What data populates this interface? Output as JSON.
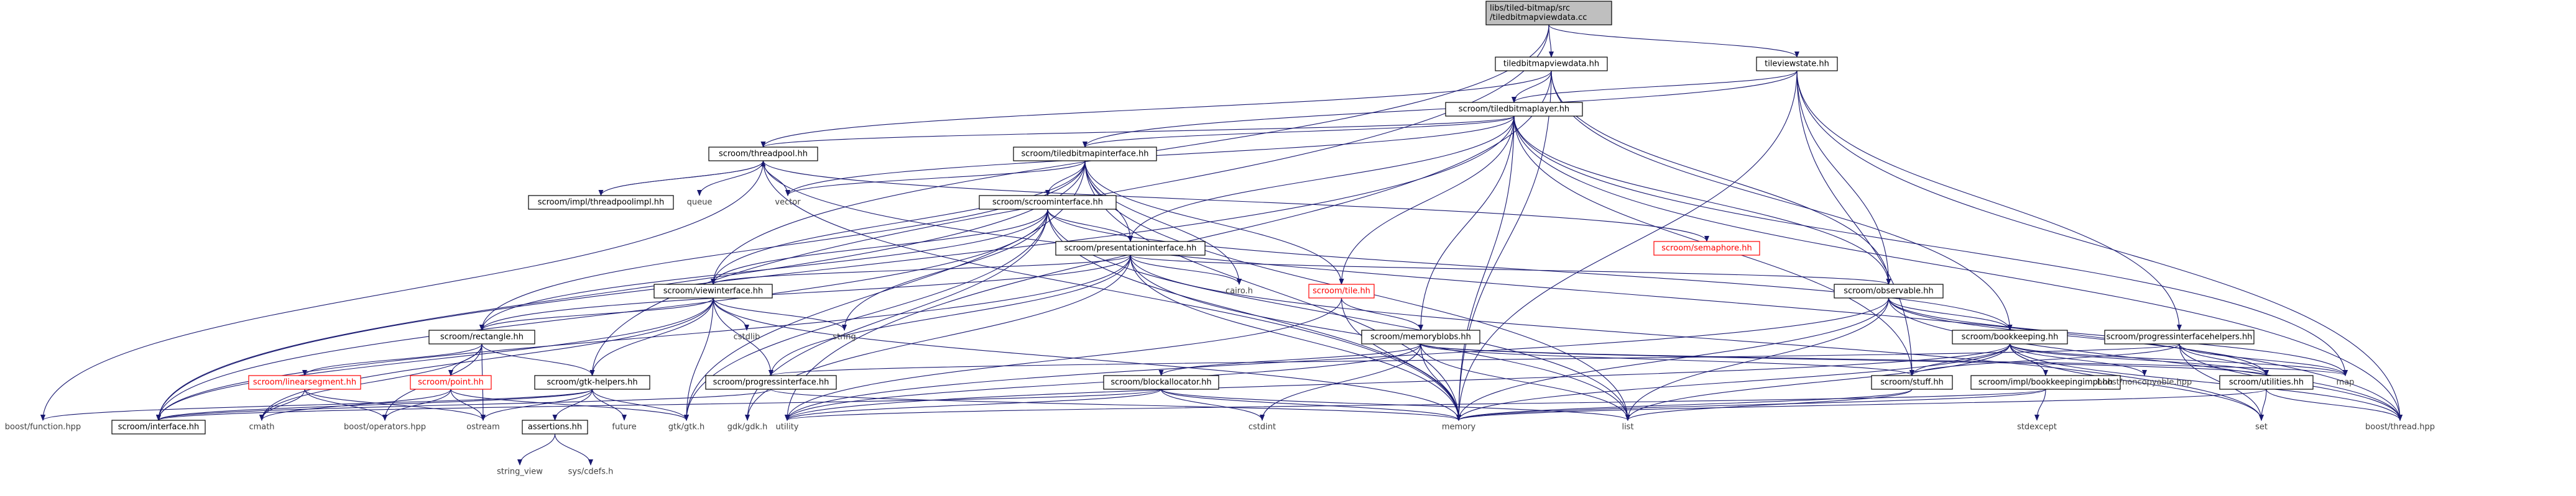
{
  "colors": {
    "edge": "#191970",
    "box_stroke": "#000000",
    "root_fill": "#bfbfbf",
    "box_fill": "#ffffff",
    "text": "#000000",
    "red_text": "#ff0000",
    "red_stroke": "#ff0000",
    "plain_text": "#404040"
  },
  "nodes": {
    "root": {
      "lines": [
        "libs/tiled-bitmap/src",
        "/tiledbitmapviewdata.cc"
      ],
      "style": "root"
    },
    "tbvd": {
      "lines": [
        "tiledbitmapviewdata.hh"
      ],
      "style": "box"
    },
    "tvs": {
      "lines": [
        "tileviewstate.hh"
      ],
      "style": "box"
    },
    "tbl": {
      "lines": [
        "scroom/tiledbitmaplayer.hh"
      ],
      "style": "box"
    },
    "tp": {
      "lines": [
        "scroom/threadpool.hh"
      ],
      "style": "box"
    },
    "tbi": {
      "lines": [
        "scroom/tiledbitmapinterface.hh"
      ],
      "style": "box"
    },
    "queue": {
      "lines": [
        "queue"
      ],
      "style": "plain"
    },
    "vector": {
      "lines": [
        "vector"
      ],
      "style": "plain"
    },
    "tpimpl": {
      "lines": [
        "scroom/impl/threadpoolimpl.hh"
      ],
      "style": "box"
    },
    "sem": {
      "lines": [
        "scroom/semaphore.hh"
      ],
      "style": "red"
    },
    "si": {
      "lines": [
        "scroom/scroominterface.hh"
      ],
      "style": "box"
    },
    "pi": {
      "lines": [
        "scroom/presentationinterface.hh"
      ],
      "style": "box"
    },
    "cairo": {
      "lines": [
        "cairo.h"
      ],
      "style": "plain"
    },
    "tile": {
      "lines": [
        "scroom/tile.hh"
      ],
      "style": "red"
    },
    "obs": {
      "lines": [
        "scroom/observable.hh"
      ],
      "style": "box"
    },
    "vi": {
      "lines": [
        "scroom/viewinterface.hh"
      ],
      "style": "box"
    },
    "cstdlib": {
      "lines": [
        "cstdlib"
      ],
      "style": "plain"
    },
    "string": {
      "lines": [
        "string"
      ],
      "style": "plain"
    },
    "mb": {
      "lines": [
        "scroom/memoryblobs.hh"
      ],
      "style": "box"
    },
    "bk": {
      "lines": [
        "scroom/bookkeeping.hh"
      ],
      "style": "box"
    },
    "pih": {
      "lines": [
        "scroom/progressinterfacehelpers.hh"
      ],
      "style": "box"
    },
    "rect": {
      "lines": [
        "scroom/rectangle.hh"
      ],
      "style": "box"
    },
    "ls": {
      "lines": [
        "scroom/linearsegment.hh"
      ],
      "style": "red"
    },
    "point": {
      "lines": [
        "scroom/point.hh"
      ],
      "style": "red"
    },
    "gtkh": {
      "lines": [
        "scroom/gtk-helpers.hh"
      ],
      "style": "box"
    },
    "progi": {
      "lines": [
        "scroom/progressinterface.hh"
      ],
      "style": "box"
    },
    "ba": {
      "lines": [
        "scroom/blockallocator.hh"
      ],
      "style": "box"
    },
    "stuff": {
      "lines": [
        "scroom/stuff.hh"
      ],
      "style": "box"
    },
    "bkimpl": {
      "lines": [
        "scroom/impl/bookkeepingimpl.hh"
      ],
      "style": "box"
    },
    "noncopy": {
      "lines": [
        "boost/noncopyable.hpp"
      ],
      "style": "plain"
    },
    "util": {
      "lines": [
        "scroom/utilities.hh"
      ],
      "style": "box"
    },
    "map": {
      "lines": [
        "map"
      ],
      "style": "plain"
    },
    "bfunc": {
      "lines": [
        "boost/function.hpp"
      ],
      "style": "plain"
    },
    "iface": {
      "lines": [
        "scroom/interface.hh"
      ],
      "style": "box"
    },
    "cmath": {
      "lines": [
        "cmath"
      ],
      "style": "plain"
    },
    "bops": {
      "lines": [
        "boost/operators.hpp"
      ],
      "style": "plain"
    },
    "ostream": {
      "lines": [
        "ostream"
      ],
      "style": "plain"
    },
    "assertions": {
      "lines": [
        "assertions.hh"
      ],
      "style": "box"
    },
    "future": {
      "lines": [
        "future"
      ],
      "style": "plain"
    },
    "gtkgtk": {
      "lines": [
        "gtk/gtk.h"
      ],
      "style": "plain"
    },
    "gdkgdk": {
      "lines": [
        "gdk/gdk.h"
      ],
      "style": "plain"
    },
    "utility": {
      "lines": [
        "utility"
      ],
      "style": "plain"
    },
    "cstdint": {
      "lines": [
        "cstdint"
      ],
      "style": "plain"
    },
    "memory": {
      "lines": [
        "memory"
      ],
      "style": "plain"
    },
    "list": {
      "lines": [
        "list"
      ],
      "style": "plain"
    },
    "stdexcept": {
      "lines": [
        "stdexcept"
      ],
      "style": "plain"
    },
    "set": {
      "lines": [
        "set"
      ],
      "style": "plain"
    },
    "bthread": {
      "lines": [
        "boost/thread.hpp"
      ],
      "style": "plain"
    },
    "sv": {
      "lines": [
        "string_view"
      ],
      "style": "plain"
    },
    "syscdefs": {
      "lines": [
        "sys/cdefs.h"
      ],
      "style": "plain"
    }
  },
  "edges": [
    [
      "root",
      "tbvd"
    ],
    [
      "root",
      "tvs"
    ],
    [
      "root",
      "vi"
    ],
    [
      "root",
      "gtkh"
    ],
    [
      "tbvd",
      "tbl"
    ],
    [
      "tbvd",
      "tp"
    ],
    [
      "tbvd",
      "obs"
    ],
    [
      "tbvd",
      "bk"
    ],
    [
      "tbvd",
      "memory"
    ],
    [
      "tbvd",
      "utility"
    ],
    [
      "tvs",
      "tbl"
    ],
    [
      "tvs",
      "tbi"
    ],
    [
      "tvs",
      "obs"
    ],
    [
      "tvs",
      "pih"
    ],
    [
      "tvs",
      "stuff"
    ],
    [
      "tvs",
      "memory"
    ],
    [
      "tvs",
      "bthread"
    ],
    [
      "tbl",
      "tp"
    ],
    [
      "tbl",
      "tbi"
    ],
    [
      "tbl",
      "vector"
    ],
    [
      "tbl",
      "pi"
    ],
    [
      "tbl",
      "tile"
    ],
    [
      "tbl",
      "mb"
    ],
    [
      "tbl",
      "obs"
    ],
    [
      "tbl",
      "stuff"
    ],
    [
      "tbl",
      "map"
    ],
    [
      "tbl",
      "memory"
    ],
    [
      "tbl",
      "bthread"
    ],
    [
      "tbl",
      "iface"
    ],
    [
      "tp",
      "queue"
    ],
    [
      "tp",
      "vector"
    ],
    [
      "tp",
      "tpimpl"
    ],
    [
      "tp",
      "sem"
    ],
    [
      "tp",
      "bfunc"
    ],
    [
      "tp",
      "memory"
    ],
    [
      "tp",
      "bthread"
    ],
    [
      "tpimpl",
      "tp"
    ],
    [
      "tbi",
      "si"
    ],
    [
      "tbi",
      "pi"
    ],
    [
      "tbi",
      "vi"
    ],
    [
      "tbi",
      "tile"
    ],
    [
      "tbi",
      "rect"
    ],
    [
      "tbi",
      "cairo"
    ],
    [
      "tbi",
      "gtkgtk"
    ],
    [
      "tbi",
      "memory"
    ],
    [
      "tbi",
      "vector"
    ],
    [
      "tbi",
      "iface"
    ],
    [
      "tbi",
      "list"
    ],
    [
      "si",
      "pi"
    ],
    [
      "si",
      "vi"
    ],
    [
      "si",
      "rect"
    ],
    [
      "si",
      "string"
    ],
    [
      "si",
      "gtkgtk"
    ],
    [
      "si",
      "gdkgdk"
    ],
    [
      "si",
      "memory"
    ],
    [
      "si",
      "list"
    ],
    [
      "si",
      "iface"
    ],
    [
      "si",
      "bk"
    ],
    [
      "pi",
      "obs"
    ],
    [
      "pi",
      "vi"
    ],
    [
      "pi",
      "cairo"
    ],
    [
      "pi",
      "rect"
    ],
    [
      "pi",
      "gdkgdk"
    ],
    [
      "pi",
      "memory"
    ],
    [
      "pi",
      "list"
    ],
    [
      "pi",
      "set"
    ],
    [
      "pi",
      "iface"
    ],
    [
      "pi",
      "progi"
    ],
    [
      "tile",
      "mb"
    ],
    [
      "tile",
      "memory"
    ],
    [
      "tile",
      "utility"
    ],
    [
      "obs",
      "bk"
    ],
    [
      "obs",
      "util"
    ],
    [
      "obs",
      "memory"
    ],
    [
      "obs",
      "list"
    ],
    [
      "obs",
      "map"
    ],
    [
      "obs",
      "bthread"
    ],
    [
      "obs",
      "utility"
    ],
    [
      "vi",
      "rect"
    ],
    [
      "vi",
      "gtkh"
    ],
    [
      "vi",
      "progi"
    ],
    [
      "vi",
      "cstdlib"
    ],
    [
      "vi",
      "string"
    ],
    [
      "vi",
      "gtkgtk"
    ],
    [
      "vi",
      "memory"
    ],
    [
      "vi",
      "iface"
    ],
    [
      "vi",
      "cmath"
    ],
    [
      "mb",
      "ba"
    ],
    [
      "mb",
      "util"
    ],
    [
      "mb",
      "stuff"
    ],
    [
      "mb",
      "memory"
    ],
    [
      "mb",
      "list"
    ],
    [
      "mb",
      "utility"
    ],
    [
      "mb",
      "cstdint"
    ],
    [
      "mb",
      "map"
    ],
    [
      "bk",
      "stuff"
    ],
    [
      "bk",
      "bkimpl"
    ],
    [
      "bk",
      "noncopy"
    ],
    [
      "bk",
      "util"
    ],
    [
      "bk",
      "map"
    ],
    [
      "bk",
      "memory"
    ],
    [
      "bk",
      "list"
    ],
    [
      "bk",
      "utility"
    ],
    [
      "bk",
      "bthread"
    ],
    [
      "bk",
      "set"
    ],
    [
      "pih",
      "progi"
    ],
    [
      "pih",
      "util"
    ],
    [
      "pih",
      "stuff"
    ],
    [
      "pih",
      "set"
    ],
    [
      "pih",
      "bthread"
    ],
    [
      "pih",
      "map"
    ],
    [
      "rect",
      "ls"
    ],
    [
      "rect",
      "point"
    ],
    [
      "rect",
      "gtkh"
    ],
    [
      "rect",
      "bops"
    ],
    [
      "rect",
      "ostream"
    ],
    [
      "rect",
      "cmath"
    ],
    [
      "ls",
      "bops"
    ],
    [
      "ls",
      "cmath"
    ],
    [
      "ls",
      "ostream"
    ],
    [
      "point",
      "bops"
    ],
    [
      "point",
      "ostream"
    ],
    [
      "point",
      "cmath"
    ],
    [
      "point",
      "gtkgtk"
    ],
    [
      "gtkh",
      "assertions"
    ],
    [
      "gtkh",
      "future"
    ],
    [
      "gtkh",
      "gtkgtk"
    ],
    [
      "gtkh",
      "bfunc"
    ],
    [
      "gtkh",
      "ostream"
    ],
    [
      "gtkh",
      "iface"
    ],
    [
      "progi",
      "memory"
    ],
    [
      "progi",
      "iface"
    ],
    [
      "ba",
      "memory"
    ],
    [
      "ba",
      "list"
    ],
    [
      "ba",
      "utility"
    ],
    [
      "ba",
      "cstdint"
    ],
    [
      "ba",
      "iface"
    ],
    [
      "stuff",
      "memory"
    ],
    [
      "stuff",
      "list"
    ],
    [
      "bkimpl",
      "stdexcept"
    ],
    [
      "bkimpl",
      "memory"
    ],
    [
      "bkimpl",
      "utility"
    ],
    [
      "util",
      "set"
    ],
    [
      "util",
      "bthread"
    ],
    [
      "util",
      "memory"
    ],
    [
      "assertions",
      "sv"
    ],
    [
      "assertions",
      "syscdefs"
    ]
  ]
}
